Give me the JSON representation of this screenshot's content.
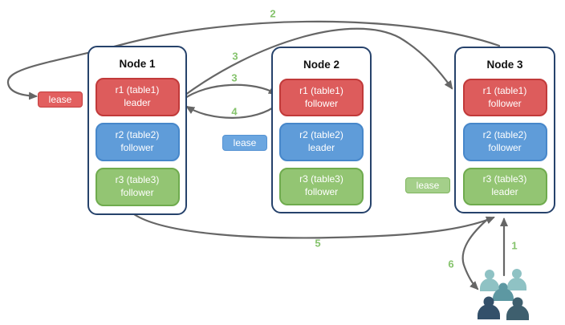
{
  "nodes": [
    {
      "title": "Node 1",
      "replicas": [
        {
          "range": "r1 (table1)",
          "role": "leader"
        },
        {
          "range": "r2 (table2)",
          "role": "follower"
        },
        {
          "range": "r3 (table3)",
          "role": "follower"
        }
      ]
    },
    {
      "title": "Node 2",
      "replicas": [
        {
          "range": "r1 (table1)",
          "role": "follower"
        },
        {
          "range": "r2 (table2)",
          "role": "leader"
        },
        {
          "range": "r3 (table3)",
          "role": "follower"
        }
      ]
    },
    {
      "title": "Node 3",
      "replicas": [
        {
          "range": "r1 (table1)",
          "role": "follower"
        },
        {
          "range": "r2 (table2)",
          "role": "follower"
        },
        {
          "range": "r3 (table3)",
          "role": "leader"
        }
      ]
    }
  ],
  "leases": {
    "red": "lease",
    "blue": "lease",
    "green": "lease"
  },
  "steps": {
    "s1": "1",
    "s2": "2",
    "s3a": "3",
    "s3b": "3",
    "s4": "4",
    "s5": "5",
    "s6": "6"
  },
  "colors": {
    "arrow": "#666666",
    "step_number": "#85c36c",
    "node_border": "#26426b",
    "replica_red_fill": "#dd5c5c",
    "replica_red_border": "#c13a3a",
    "replica_blue_fill": "#5f9cd9",
    "replica_blue_border": "#4787ca",
    "replica_green_fill": "#93c573",
    "replica_green_border": "#6fab4e",
    "lease_red_fill": "#e25f5f",
    "lease_blue_fill": "#6ba6e0",
    "lease_green_fill": "#a4cf8a",
    "people_light": "#8fc2c4",
    "people_medium": "#5d98a2",
    "people_dark_left": "#33506a",
    "people_dark_right": "#3e5f6e"
  },
  "icons": {
    "clients": "users-group-icon"
  }
}
